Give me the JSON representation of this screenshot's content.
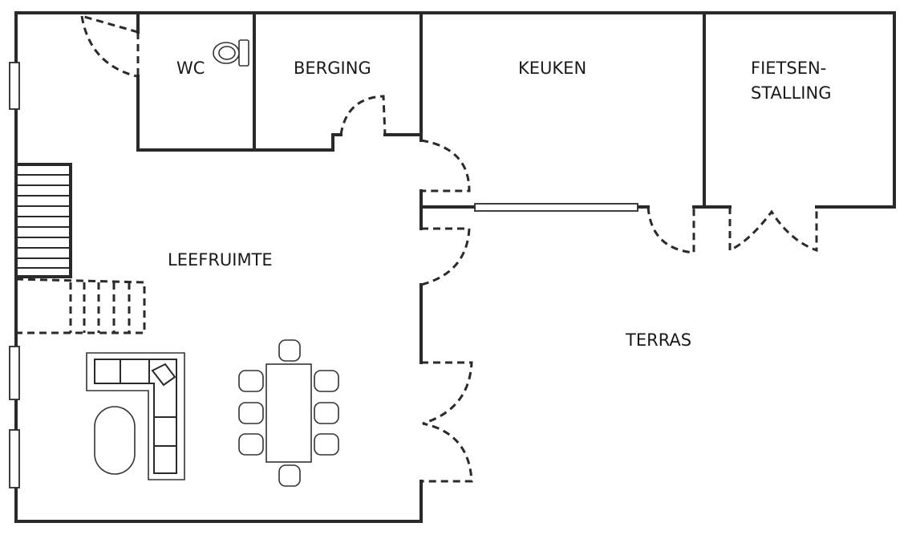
{
  "rooms": {
    "wc": "WC",
    "berging": "BERGING",
    "keuken": "KEUKEN",
    "fietsenstalling_line1": "FIETSEN-",
    "fietsenstalling_line2": "STALLING",
    "leefruimte": "LEEFRUIMTE",
    "terras": "TERRAS"
  }
}
